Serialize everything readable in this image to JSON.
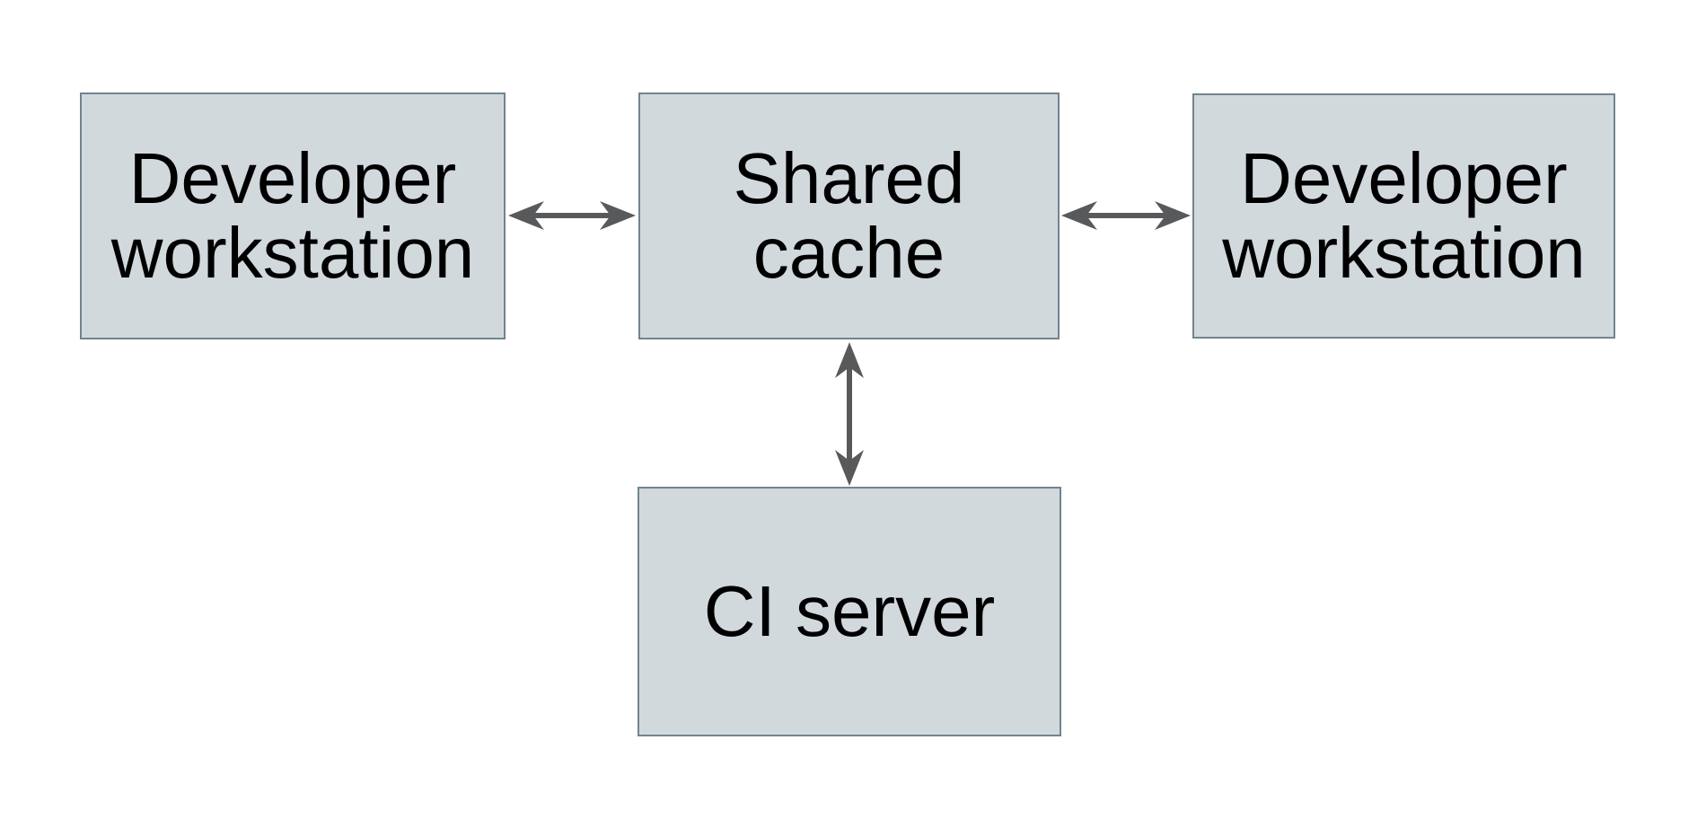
{
  "theme": {
    "canvas_bg": "#ffffff",
    "node_fill": "#d2d9dd",
    "node_border": "#71838f",
    "arrow_color": "#58595b",
    "text_color": "#000000"
  },
  "diagram": {
    "nodes": {
      "workstation_left": {
        "label": "Developer\nworkstation"
      },
      "shared_cache": {
        "label": "Shared\ncache"
      },
      "workstation_right": {
        "label": "Developer\nworkstation"
      },
      "ci_server": {
        "label": "CI server"
      }
    },
    "edges": [
      {
        "from": "workstation_left",
        "to": "shared_cache",
        "type": "bidirectional"
      },
      {
        "from": "shared_cache",
        "to": "workstation_right",
        "type": "bidirectional"
      },
      {
        "from": "shared_cache",
        "to": "ci_server",
        "type": "bidirectional"
      }
    ]
  }
}
